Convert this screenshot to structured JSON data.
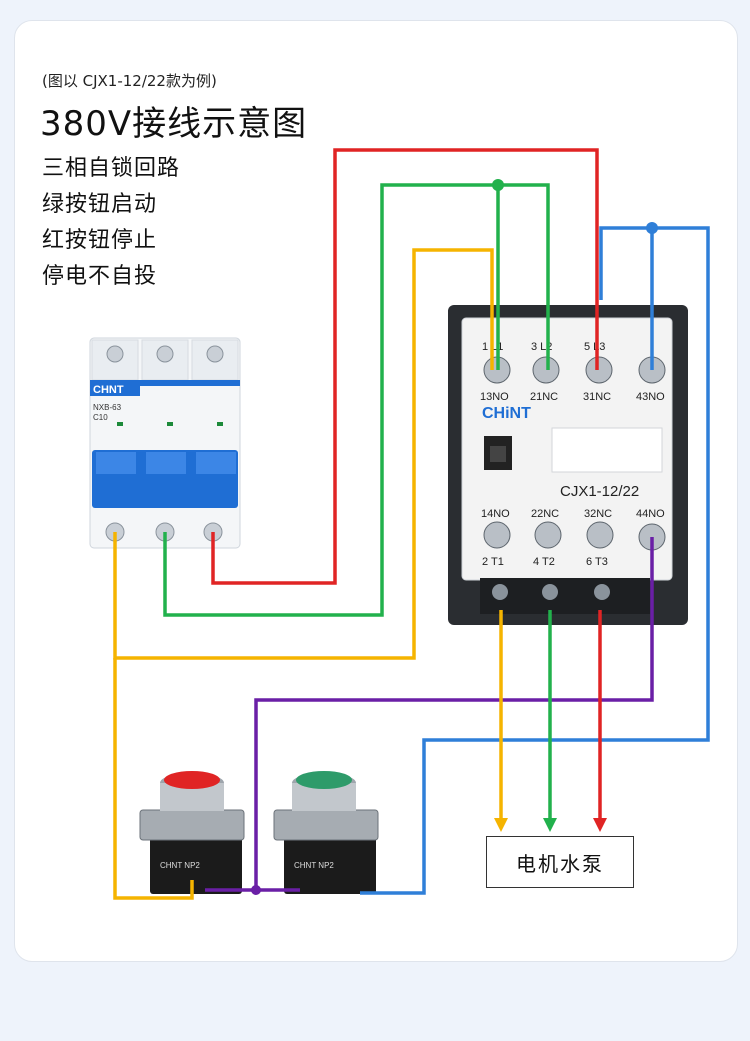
{
  "header": {
    "note": "(图以 CJX1-12/22款为例)",
    "title": "380V接线示意图"
  },
  "features": [
    "三相自锁回路",
    "绿按钮启动",
    "红按钮停止",
    "停电不自投"
  ],
  "breaker": {
    "brand": "CHNT",
    "model": "NXB-63",
    "rating": "C10"
  },
  "contactor": {
    "brand": "CHiNT",
    "model": "CJX1-12/22",
    "top_terminals": [
      "1 L1",
      "3 L2",
      "5 L3"
    ],
    "aux_top": [
      "13NO",
      "21NC",
      "31NC",
      "43NO"
    ],
    "aux_bottom": [
      "14NO",
      "22NC",
      "32NC",
      "44NO"
    ],
    "bottom_terminals": [
      "2 T1",
      "4 T2",
      "6 T3"
    ]
  },
  "buttons": {
    "stop_label": "CHNT NP2",
    "start_label": "CHNT NP2"
  },
  "motor": {
    "label": "电机水泵"
  },
  "colors": {
    "red": "#e02424",
    "green": "#22b14c",
    "yellow": "#f5b400",
    "blue": "#2f7fd8",
    "purple": "#6a1fa6",
    "device_blue": "#1f6ed4"
  }
}
